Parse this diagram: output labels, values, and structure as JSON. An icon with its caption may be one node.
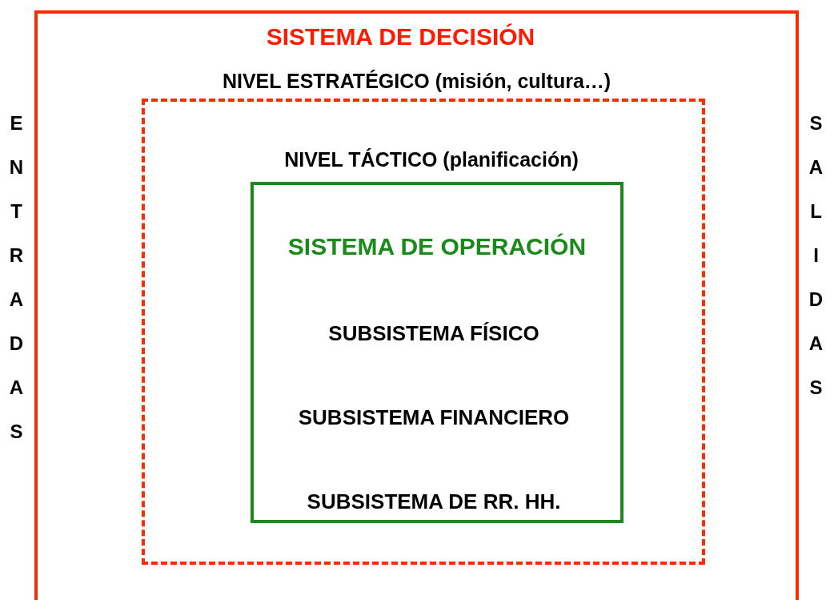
{
  "diagram": {
    "nodes": [
      {
        "text": [
          "SISTEMA DE DECISIÓN",
          "NIVEL ESTRATÉGICO (misión, cultura…)"
        ]
      },
      {
        "text": [
          "NIVEL TÁCTICO (planificación)"
        ],
        "in": 0
      },
      {
        "text": [
          "SISTEMA DE OPERACIÓN",
          "SUBSISTEMA FÍSICO",
          "SUBSISTEMA FINANCIERO",
          "SUBSISTEMA DE RR. HH."
        ],
        "in": 1
      }
    ],
    "edges": [],
    "labels": [
      "ENTRADAS",
      "SALIDAS"
    ]
  }
}
